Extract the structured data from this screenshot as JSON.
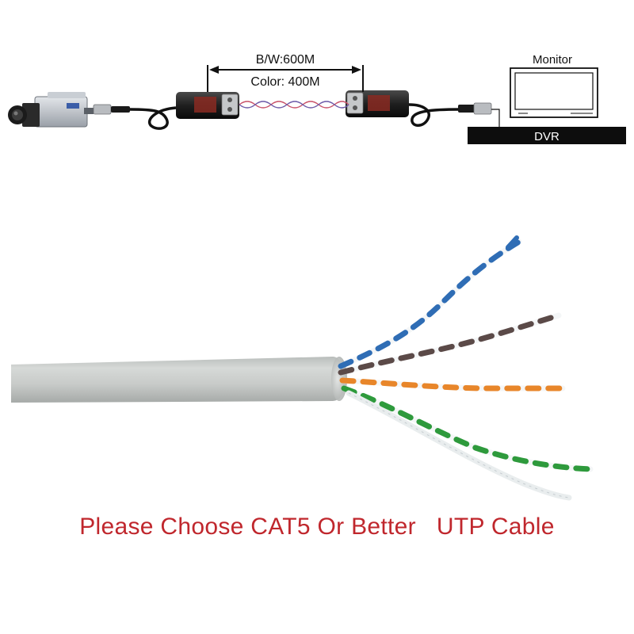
{
  "diagram": {
    "distance_bw": "B/W:600M",
    "distance_color": "Color: 400M",
    "monitor_label": "Monitor",
    "dvr_label": "DVR"
  },
  "caption": "Please Choose CAT5 Or Better   UTP Cable",
  "colors": {
    "caption": "#c0272d",
    "pair_blue": "#2f6db5",
    "pair_brown": "#5b4a48",
    "pair_orange": "#e8862a",
    "pair_green": "#2e9a3c",
    "jacket": "#c9ccca"
  }
}
